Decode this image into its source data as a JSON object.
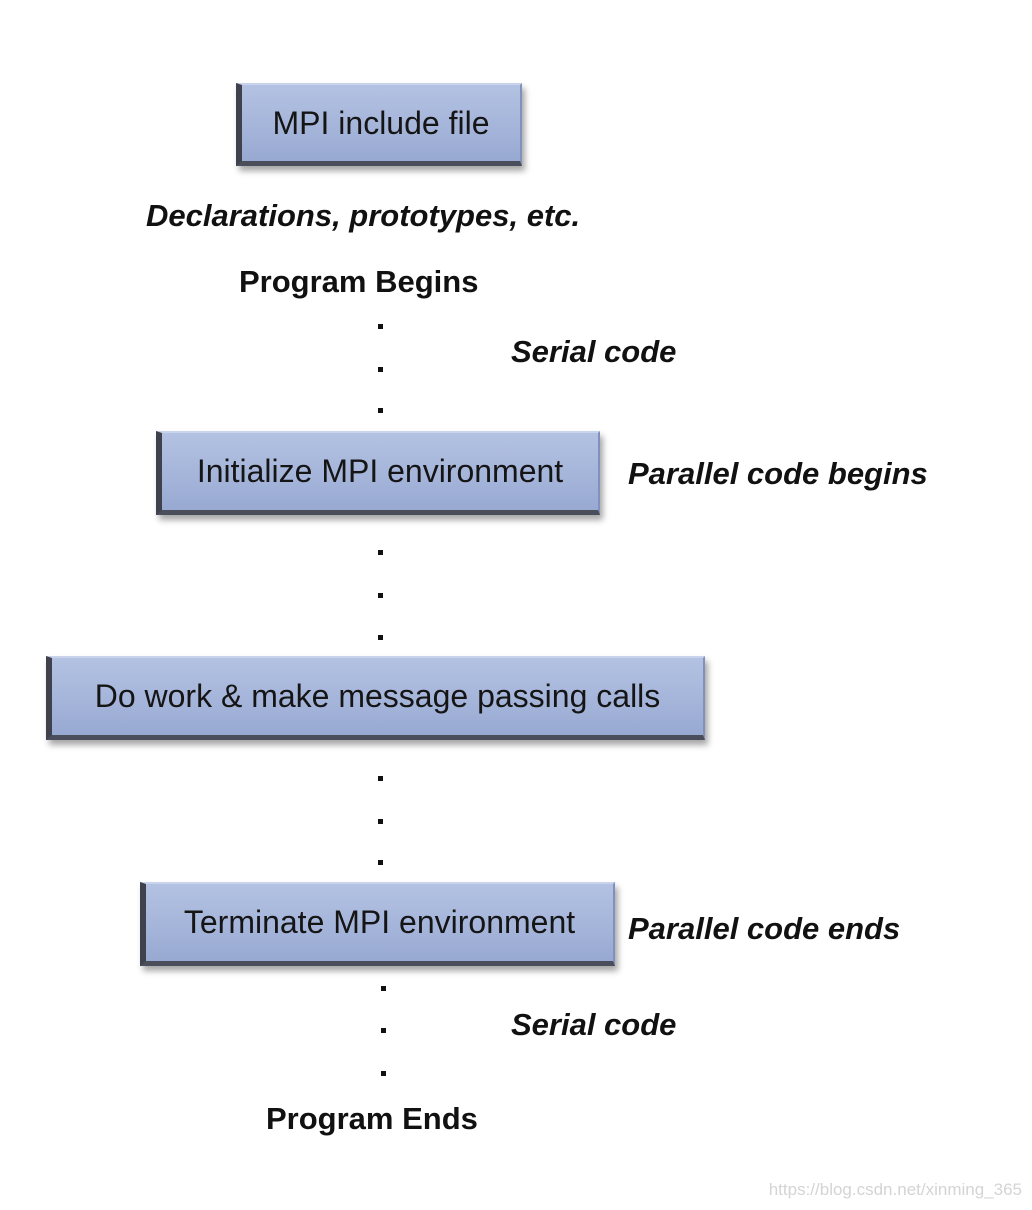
{
  "boxes": {
    "include": "MPI include file",
    "init": "Initialize MPI environment",
    "work": "Do work & make message passing calls",
    "terminate": "Terminate MPI environment"
  },
  "labels": {
    "declarations": "Declarations, prototypes, etc.",
    "program_begins": "Program Begins",
    "serial_code_1": "Serial code",
    "parallel_begins": "Parallel code begins",
    "parallel_ends": "Parallel code ends",
    "serial_code_2": "Serial code",
    "program_ends": "Program Ends"
  },
  "watermark": "https://blog.csdn.net/xinming_365"
}
